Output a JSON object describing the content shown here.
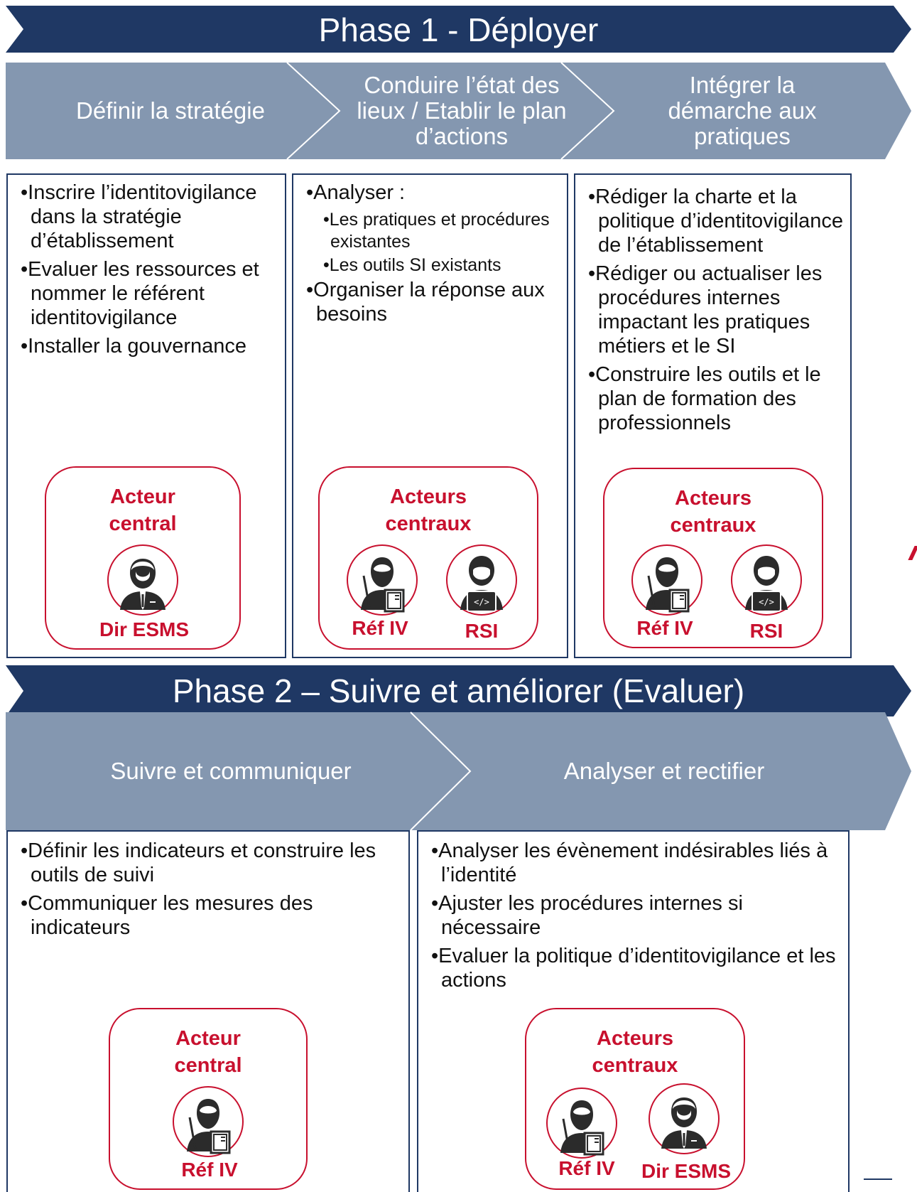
{
  "phase1": {
    "title": "Phase 1 - Déployer",
    "steps": [
      {
        "label": "Définir la stratégie"
      },
      {
        "label": "Conduire l’état des lieux / Etablir le plan d’actions"
      },
      {
        "label": "Intégrer la démarche aux pratiques"
      }
    ],
    "boxes": [
      {
        "bullets": [
          "•Inscrire l’identitovigilance dans la stratégie d’établissement",
          "•Evaluer les ressources et nommer le référent identitovigilance",
          "•Installer la gouvernance"
        ],
        "actor_title": "Acteur central",
        "roles": [
          "Dir ESMS"
        ]
      },
      {
        "bullets": [
          "•Analyser :",
          "•Les pratiques et procédures existantes",
          "•Les outils SI existants",
          "•Organiser la réponse aux besoins"
        ],
        "actor_title": "Acteurs centraux",
        "roles": [
          "Réf  IV",
          "RSI"
        ]
      },
      {
        "bullets": [
          "•Rédiger la charte et la politique d’identitovigilance de l’établissement",
          "•Rédiger ou actualiser les procédures internes impactant les pratiques métiers et le SI",
          "•Construire les outils et le plan de formation des professionnels"
        ],
        "actor_title": "Acteurs centraux",
        "roles": [
          "Réf  IV",
          "RSI"
        ]
      }
    ]
  },
  "phase2": {
    "title": "Phase 2 – Suivre et améliorer (Evaluer)",
    "steps": [
      {
        "label": "Suivre et communiquer"
      },
      {
        "label": "Analyser et rectifier"
      }
    ],
    "boxes": [
      {
        "bullets": [
          "•Définir les indicateurs et construire les outils de suivi",
          "•Communiquer les mesures des indicateurs"
        ],
        "actor_title": "Acteur central",
        "roles": [
          "Réf IV"
        ]
      },
      {
        "bullets": [
          "•Analyser les évènement indésirables liés à l’identité",
          "•Ajuster les procédures internes si nécessaire",
          "•Evaluer la politique d’identitovigilance et les actions"
        ],
        "actor_title": "Acteurs centraux",
        "roles": [
          "Réf  IV",
          "Dir ESMS"
        ]
      }
    ]
  },
  "icons": {
    "director": "director-avatar-icon",
    "referent": "referent-avatar-icon",
    "it_manager": "developer-avatar-icon"
  },
  "colors": {
    "phase_banner": "#1f3864",
    "step_chevron": "#8497b0",
    "accent": "#c8102e"
  }
}
